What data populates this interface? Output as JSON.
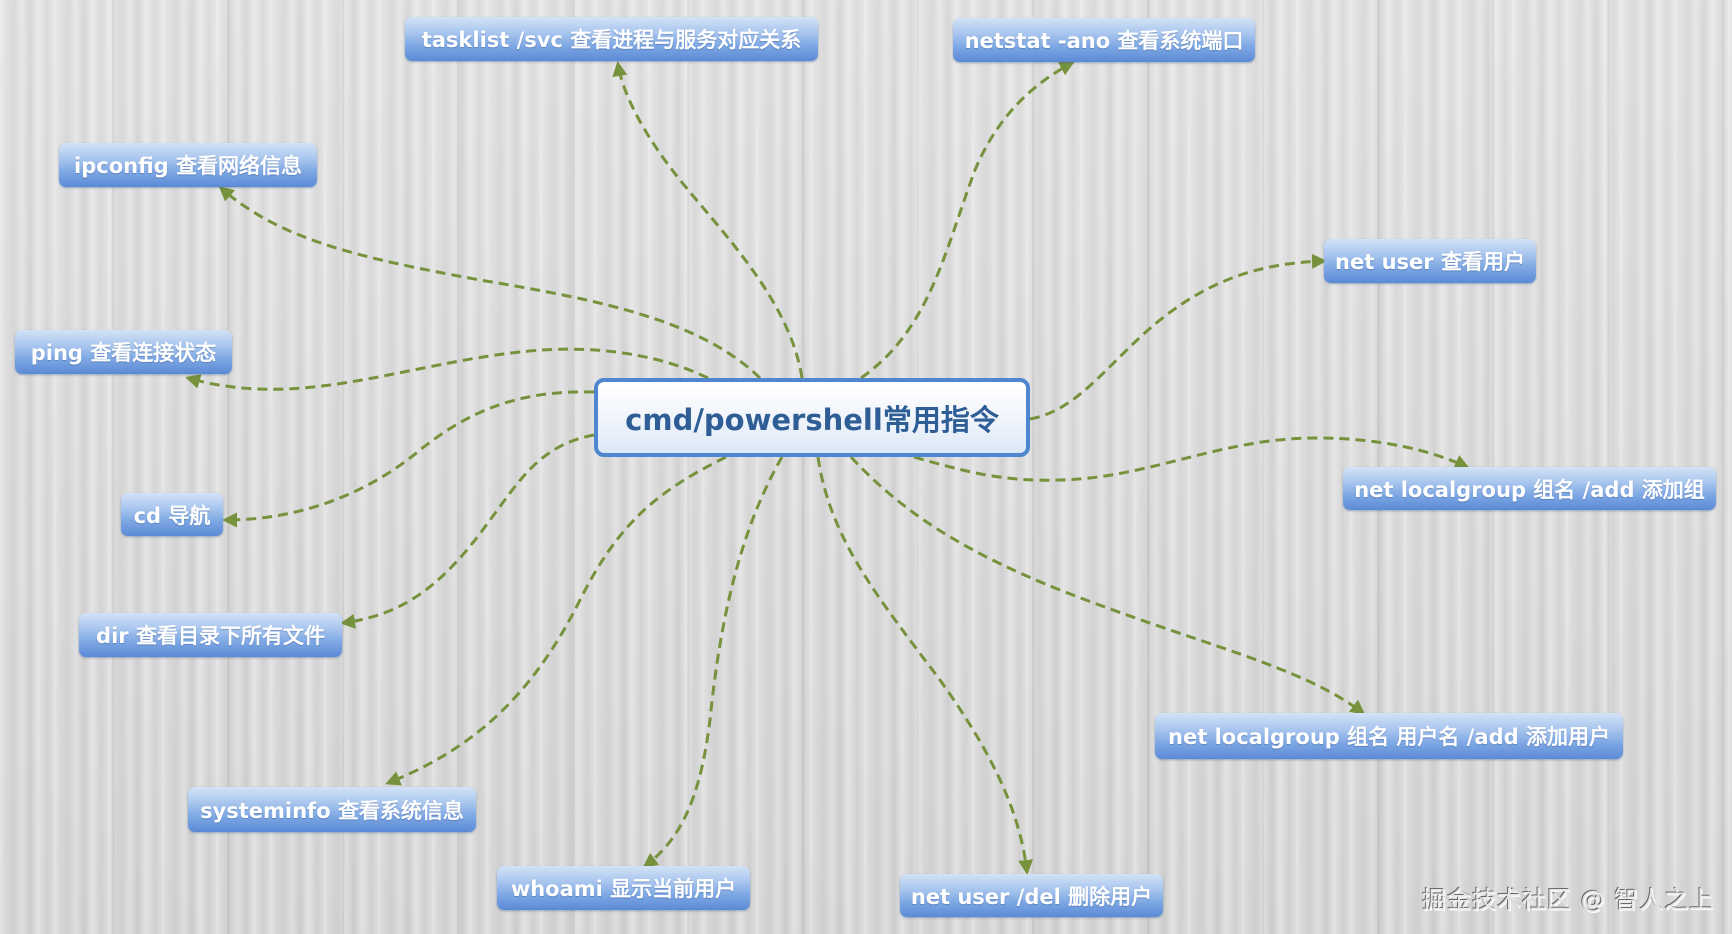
{
  "mindmap": {
    "central_topic": "cmd/powershell常用指令",
    "colors": {
      "connector": "#76923c",
      "node_top": "#d3e3f7",
      "node_bottom": "#5b8ad6",
      "center_border": "#4f86d0",
      "center_text": "#2f5e96",
      "node_text": "#ffffff"
    },
    "nodes": [
      {
        "id": "tasklist",
        "label": "tasklist /svc  查看进程与服务对应关系"
      },
      {
        "id": "netstat",
        "label": "netstat -ano 查看系统端口"
      },
      {
        "id": "ipconfig",
        "label": "ipconfig 查看网络信息"
      },
      {
        "id": "net-user",
        "label": "net user 查看用户"
      },
      {
        "id": "ping",
        "label": "ping 查看连接状态"
      },
      {
        "id": "net-localgroup-add-group",
        "label": "net localgroup 组名 /add 添加组"
      },
      {
        "id": "cd",
        "label": "cd 导航"
      },
      {
        "id": "dir",
        "label": "dir 查看目录下所有文件"
      },
      {
        "id": "net-localgroup-add-user",
        "label": "net localgroup 组名 用户名 /add 添加用户"
      },
      {
        "id": "systeminfo",
        "label": "systeminfo 查看系统信息"
      },
      {
        "id": "whoami",
        "label": "whoami 显示当前用户"
      },
      {
        "id": "net-user-del",
        "label": "net user /del 删除用户"
      }
    ]
  },
  "watermark": "掘金技术社区 @ 智人之上"
}
